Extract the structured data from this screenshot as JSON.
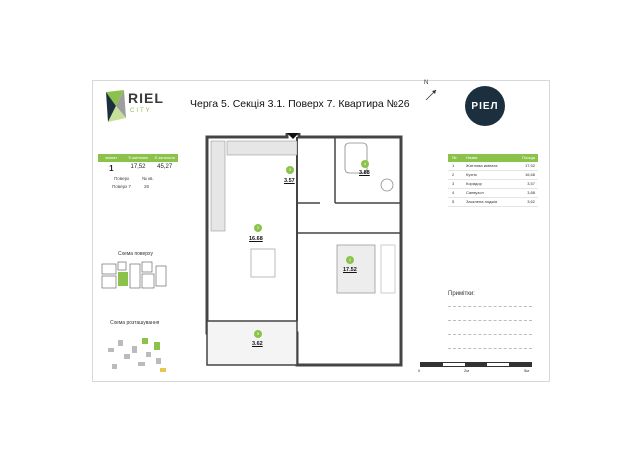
{
  "brand": {
    "name": "RIEL",
    "sub": "CITY",
    "badge": "РІЕЛ"
  },
  "title": "Черга 5. Секція 3.1. Поверх 7. Квартира №26",
  "summary": {
    "headers": [
      "кімнат",
      "S житлова",
      "S загальна"
    ],
    "rooms": "1",
    "living_area": "17,52",
    "total_area": "45,27",
    "floor_label": "Поверх",
    "floor_value": "Поверх 7",
    "apt_label": "№ кв.",
    "apt_value": "26"
  },
  "schemes": {
    "floor": "Схема поверху",
    "location": "Схема розташування"
  },
  "rooms": [
    {
      "num": "1",
      "area": "17.52"
    },
    {
      "num": "2",
      "area": "16.68"
    },
    {
      "num": "3",
      "area": "3.57"
    },
    {
      "num": "4",
      "area": "3.88"
    },
    {
      "num": "5",
      "area": "3.62"
    }
  ],
  "legend": {
    "headers": [
      "№",
      "Назва",
      "Площа"
    ],
    "rows": [
      {
        "num": "1",
        "name": "Житлова кімната",
        "area": "17,52"
      },
      {
        "num": "2",
        "name": "Кухня",
        "area": "16,68"
      },
      {
        "num": "3",
        "name": "Коридор",
        "area": "3,57"
      },
      {
        "num": "4",
        "name": "Санвузол",
        "area": "3,88"
      },
      {
        "num": "5",
        "name": "Засклена лоджія",
        "area": "3,62"
      }
    ]
  },
  "notes_label": "Примітки:",
  "scale": {
    "start": "0",
    "mid": "2м",
    "end": "5м"
  },
  "compass": "N",
  "colors": {
    "accent": "#8bc34a",
    "badge": "#1b2f3f"
  }
}
